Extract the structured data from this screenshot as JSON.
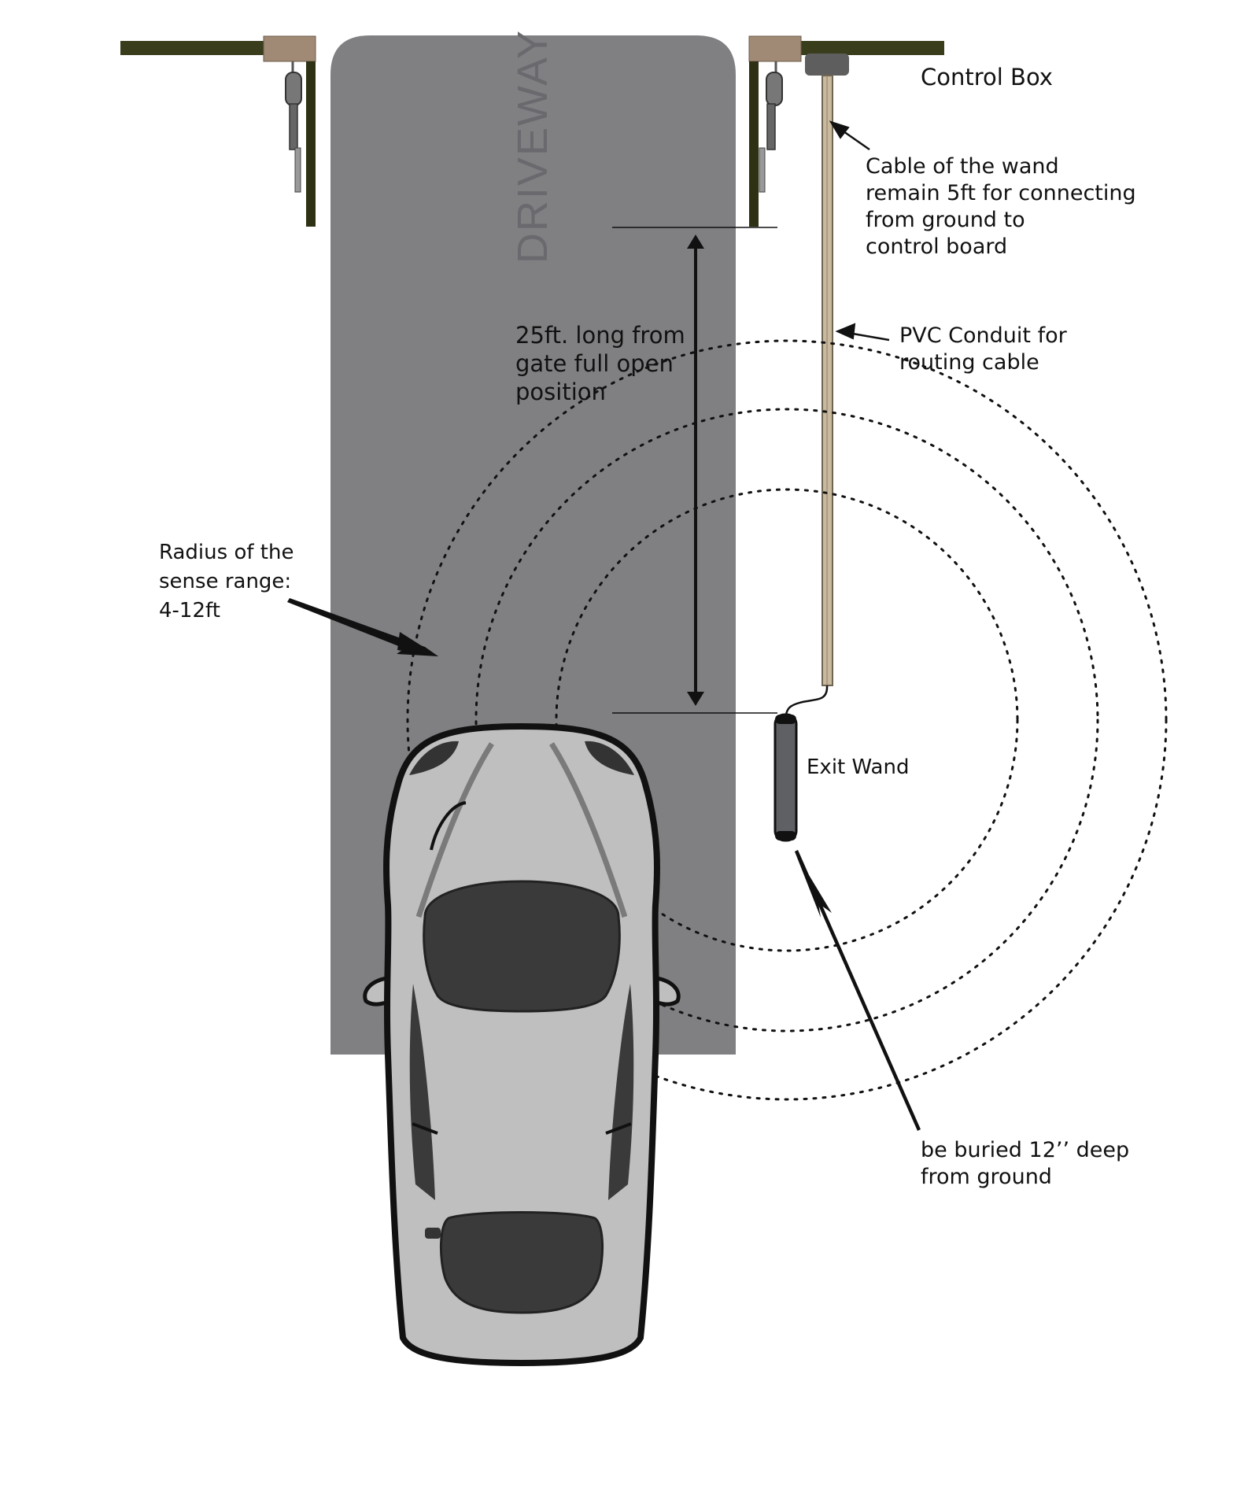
{
  "driveway": {
    "label": "DRIVEWAY"
  },
  "labels": {
    "control_box": "Control Box",
    "cable_note": [
      "Cable of the wand",
      "remain 5ft for connecting",
      "from ground to",
      "control board"
    ],
    "conduit_note": [
      "PVC Conduit for",
      "routing cable"
    ],
    "distance_note": [
      "25ft. long from",
      "gate full open",
      "position"
    ],
    "radius_note": [
      "Radius of the",
      "sense range:",
      "4-12ft"
    ],
    "exit_wand": "Exit Wand",
    "buried_note": [
      "be buried 12’’ deep",
      "from ground"
    ]
  },
  "icons": {
    "left_gate": "gate-opener-icon",
    "right_gate": "gate-opener-icon",
    "control_box": "control-box-icon",
    "exit_wand": "sensor-wand-icon",
    "car": "car-top-view-icon"
  },
  "colors": {
    "driveway": "#808083",
    "gate_arm": "#3a3d1c",
    "gate_bracket": "#a08a75",
    "conduit": "#c9b99e",
    "control_box": "#5e5e5e",
    "wand": "#5f6064",
    "car_body": "#bfbfbf",
    "car_glass": "#3a3a3a"
  }
}
